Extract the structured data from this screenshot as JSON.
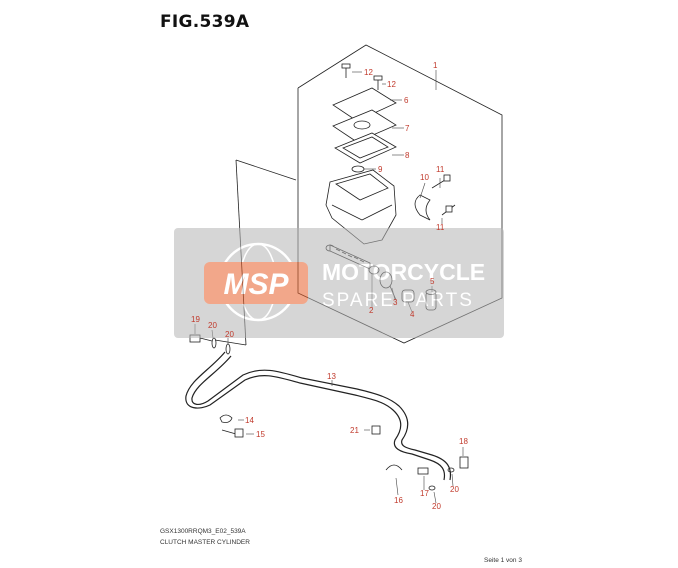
{
  "figure": {
    "title": "FIG.539A",
    "code": "GSX1300RRQM3_E02_539A",
    "name": "CLUTCH MASTER CYLINDER",
    "page": "Seite 1 von 3"
  },
  "watermark": {
    "logo": "MSP",
    "line1": "MOTORCYCLE",
    "line2": "SPARE PARTS",
    "color": "#e8612c"
  },
  "callouts": [
    "1",
    "2",
    "3",
    "4",
    "5",
    "6",
    "7",
    "8",
    "9",
    "10",
    "11",
    "11",
    "12",
    "12",
    "13",
    "14",
    "15",
    "16",
    "17",
    "18",
    "19",
    "20",
    "20",
    "20",
    "20",
    "21"
  ],
  "callout_color": "#c0392b"
}
